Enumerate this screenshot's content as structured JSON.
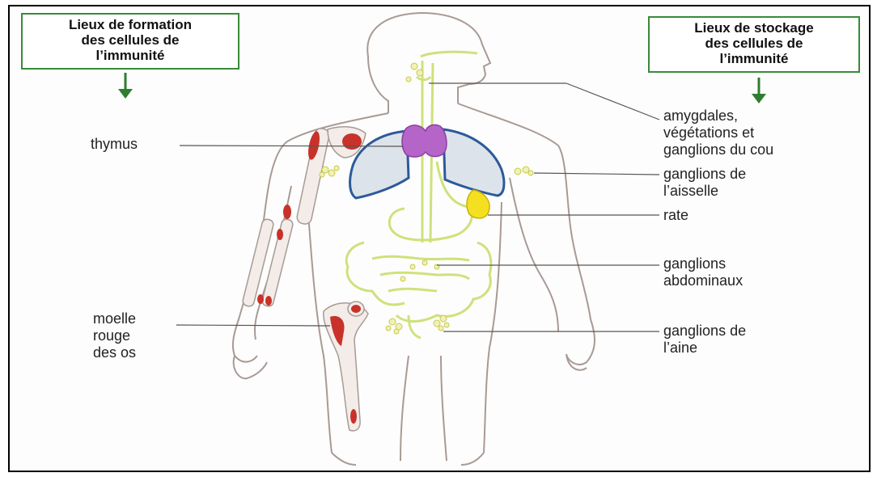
{
  "boxes": {
    "formation": {
      "lines": [
        "Lieux de formation",
        "des cellules de",
        "l’immunité"
      ]
    },
    "stockage": {
      "lines": [
        "Lieux de stockage",
        "des cellules de",
        "l’immunité"
      ]
    }
  },
  "labels": {
    "thymus": {
      "lines": [
        "thymus"
      ]
    },
    "moelle": {
      "lines": [
        "moelle",
        "rouge",
        "des os"
      ]
    },
    "amygdales": {
      "lines": [
        "amygdales,",
        "végétations et",
        "ganglions du cou"
      ]
    },
    "aisselle": {
      "lines": [
        "ganglions de",
        "l’aisselle"
      ]
    },
    "rate": {
      "lines": [
        "rate"
      ]
    },
    "abdominaux": {
      "lines": [
        "ganglions",
        "abdominaux"
      ]
    },
    "aine": {
      "lines": [
        "ganglions de",
        "l’aine"
      ]
    }
  },
  "colors": {
    "arrow": "#2f7d2f",
    "body_outline": "#a89a94",
    "lung_fill": "#dde3ea",
    "lung_outline": "#2c5a9a",
    "thymus": "#b565c8",
    "spleen": "#f4e020",
    "lymph": "#cde27a",
    "marrow": "#c8322a",
    "bone": "#f3ece8"
  }
}
